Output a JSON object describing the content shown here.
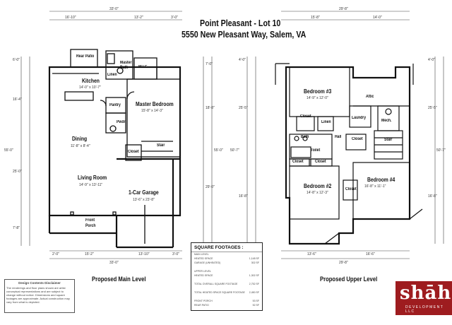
{
  "header": {
    "title": "Point Pleasant - Lot 10",
    "address": "5550 New Pleasant Way, Salem, VA"
  },
  "main_level": {
    "caption": "Proposed Main Level",
    "rooms": {
      "rear_patio": "Rear Patio",
      "kitchen": "Kitchen",
      "kitchen_size": "14'-0\" x 10'-7\"",
      "linen": "Linen",
      "master_bath": "Master Bath",
      "wic": "W.I.C.",
      "master_bedroom": "Master Bedroom",
      "master_bedroom_size": "15'-8\" x 14'-3\"",
      "pantry": "Pantry",
      "pwdr": "Pwdr.",
      "dining": "Dining",
      "dining_size": "11'-8\" x 8'-4\"",
      "closet": "Closet",
      "stair": "Stair",
      "living_room": "Living Room",
      "living_room_size": "14'-9\" x 13'-11\"",
      "garage": "1-Car Garage",
      "garage_size": "13'-6\" x 23'-8\"",
      "front_porch": "Front Porch"
    },
    "dims": {
      "top_overall": "33'-0\"",
      "top_a": "16'-10\"",
      "top_b": "13'-2\"",
      "top_c": "3'-0\"",
      "bottom_overall": "33'-0\"",
      "bottom_a": "2'-0\"",
      "bottom_b": "15'-2\"",
      "bottom_c": "13'-10\"",
      "bottom_d": "3'-0\"",
      "left_overall": "55'-0\"",
      "left_a": "6'-0\"",
      "left_b": "16'-4\"",
      "left_c": "25'-0\"",
      "left_d": "7'-8\"",
      "right_a": "7'-0\"",
      "right_b": "18'-8\"",
      "right_overall": "55'-0\"",
      "right_c": "29'-0\""
    }
  },
  "upper_level": {
    "caption": "Proposed Upper Level",
    "rooms": {
      "bedroom3": "Bedroom #3",
      "bedroom3_size": "14'-9\" x 12'-0\"",
      "attic": "Attic",
      "closet": "Closet",
      "linen": "Linen",
      "laundry": "Laundry",
      "mech": "Mech.",
      "bath": "Bath",
      "hall": "Hall",
      "stair": "Stair",
      "toilet": "Toilet",
      "bedroom2": "Bedroom #2",
      "bedroom2_size": "14'-8\" x 12'-3\"",
      "bedroom4": "Bedroom #4",
      "bedroom4_size": "16'-8\" x 11'-1\""
    },
    "dims": {
      "top_overall": "29'-8\"",
      "top_a": "15'-8\"",
      "top_b": "14'-0\"",
      "bottom_overall": "29'-8\"",
      "bottom_a": "13'-6\"",
      "bottom_b": "16'-6\"",
      "left_a": "4'-0\"",
      "left_b": "25'-5\"",
      "left_overall": "50'-7\"",
      "left_c": "16'-8\"",
      "right_a": "4'-0\"",
      "right_b": "25'-5\"",
      "right_overall": "50'-7\"",
      "right_c": "16'-8\""
    }
  },
  "square_footages": {
    "heading": "SQUARE FOOTAGES :",
    "rows": [
      {
        "label": "MAIN LEVEL",
        "value": ""
      },
      {
        "label": "HEATED SPACE",
        "value": "1,148 SF"
      },
      {
        "label": "GARAGE (UNHEATED)",
        "value": "302 SF"
      },
      {
        "label": "",
        "value": ""
      },
      {
        "label": "UPPER LEVEL",
        "value": ""
      },
      {
        "label": "HEATED SPACE",
        "value": "1,302 SF"
      },
      {
        "label": "",
        "value": ""
      },
      {
        "label": "TOTAL OVERALL SQUARE FOOTAGE",
        "value": "2,752 SF"
      },
      {
        "label": "",
        "value": ""
      },
      {
        "label": "TOTAL HEATED SPACE SQUARE FOOTAGE",
        "value": "2,450 SF"
      },
      {
        "label": "",
        "value": ""
      },
      {
        "label": "FRONT PORCH",
        "value": "53 SF"
      },
      {
        "label": "REAR PATIO",
        "value": "52 SF"
      }
    ]
  },
  "disclaimer": {
    "heading": "Design Contents Disclaimer",
    "body": "The renderings and floor plans shown are artist conceptual representations and are subject to change without notice. Dimensions and square footages are approximate. Actual construction may vary from what is depicted."
  },
  "logo": {
    "word": "shāh",
    "sub": "DEVELOPMENT LLC"
  }
}
